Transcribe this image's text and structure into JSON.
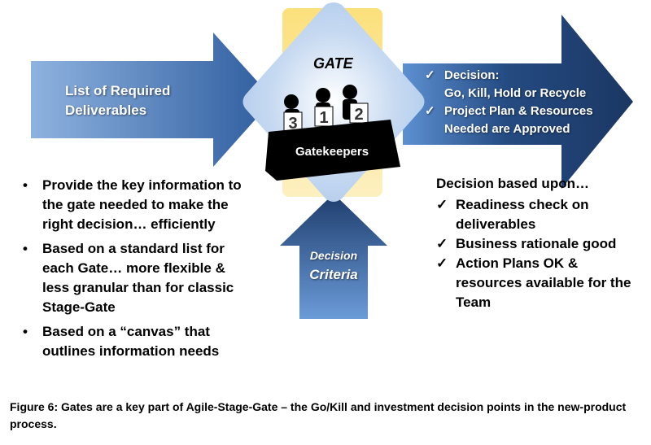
{
  "left_arrow": {
    "label": "List of Required Deliverables"
  },
  "gate": {
    "title": "GATE",
    "gatekeepers_label": "Gatekeepers",
    "scorecards": [
      "3",
      "1",
      "2"
    ]
  },
  "right_arrow": {
    "items": [
      "Decision:\nGo, Kill, Hold or Recycle",
      "Project Plan & Resources\nNeeded are Approved"
    ]
  },
  "bottom_arrow": {
    "line1": "Decision",
    "line2": "Criteria"
  },
  "left_bullets": [
    "Provide the key information to the gate needed to make the right decision… efficiently",
    "Based on a standard list for each Gate… more flexible & less granular than for classic Stage-Gate",
    "Based on a “canvas” that outlines information needs"
  ],
  "right_section": {
    "heading": "Decision based upon…",
    "items": [
      "Readiness check on deliverables",
      "Business rationale good",
      "Action Plans OK & resources available for the Team"
    ]
  },
  "caption": "Figure 6: Gates are a key part of Agile-Stage-Gate – the Go/Kill and investment decision points in the new-product process.",
  "colors": {
    "arrow_light": "#8fb3e0",
    "arrow_dark": "#1b3763",
    "gate_fill": "#c6d9f1",
    "yellow": "#fbe69a"
  }
}
